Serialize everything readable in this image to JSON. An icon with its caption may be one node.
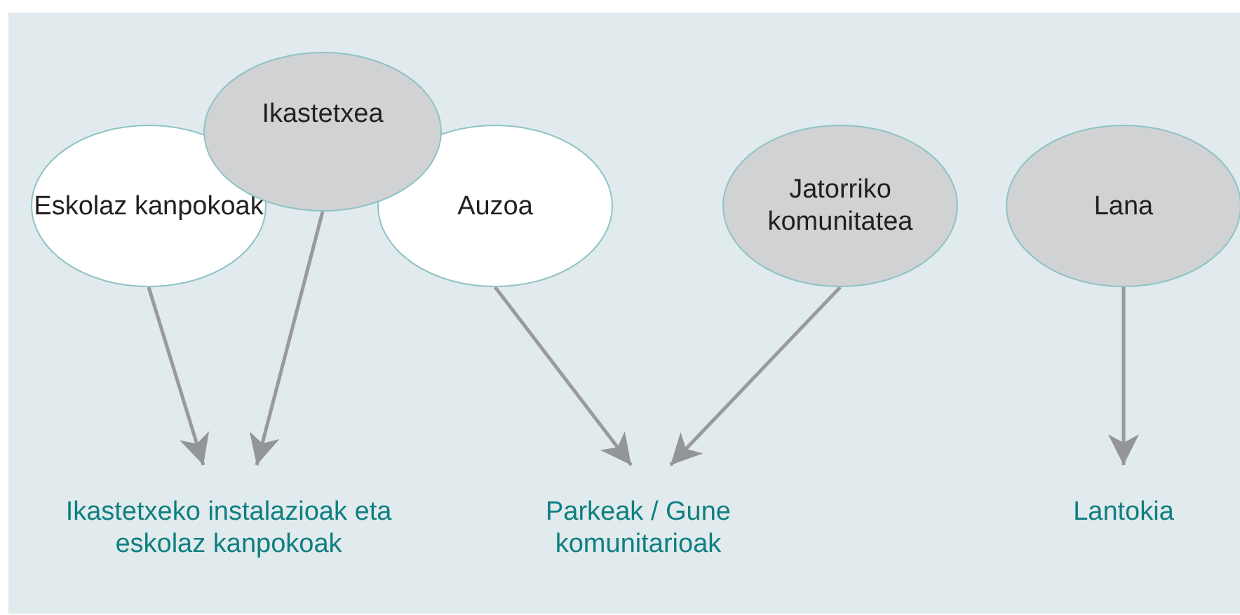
{
  "diagram": {
    "nodes": [
      {
        "text": [
          "Ikastetxea"
        ]
      },
      {
        "text": [
          "Eskolaz kanpokoak"
        ]
      },
      {
        "text": [
          "Auzoa"
        ]
      },
      {
        "text": [
          "Jatorriko komunitatea"
        ]
      },
      {
        "text": [
          "Lana"
        ]
      },
      {
        "text": [
          "Ikastetxeko instalazioak eta eskolaz kanpokoak"
        ]
      },
      {
        "text": [
          "Parkeak / Gune komunitarioak"
        ]
      },
      {
        "text": [
          "Lantokia"
        ]
      }
    ],
    "edges": [
      {
        "from": 1,
        "to": 5,
        "arrow": "to"
      },
      {
        "from": 0,
        "to": 5,
        "arrow": "to"
      },
      {
        "from": 2,
        "to": 6,
        "arrow": "to"
      },
      {
        "from": 3,
        "to": 6,
        "arrow": "to"
      },
      {
        "from": 4,
        "to": 7,
        "arrow": "to"
      }
    ]
  }
}
